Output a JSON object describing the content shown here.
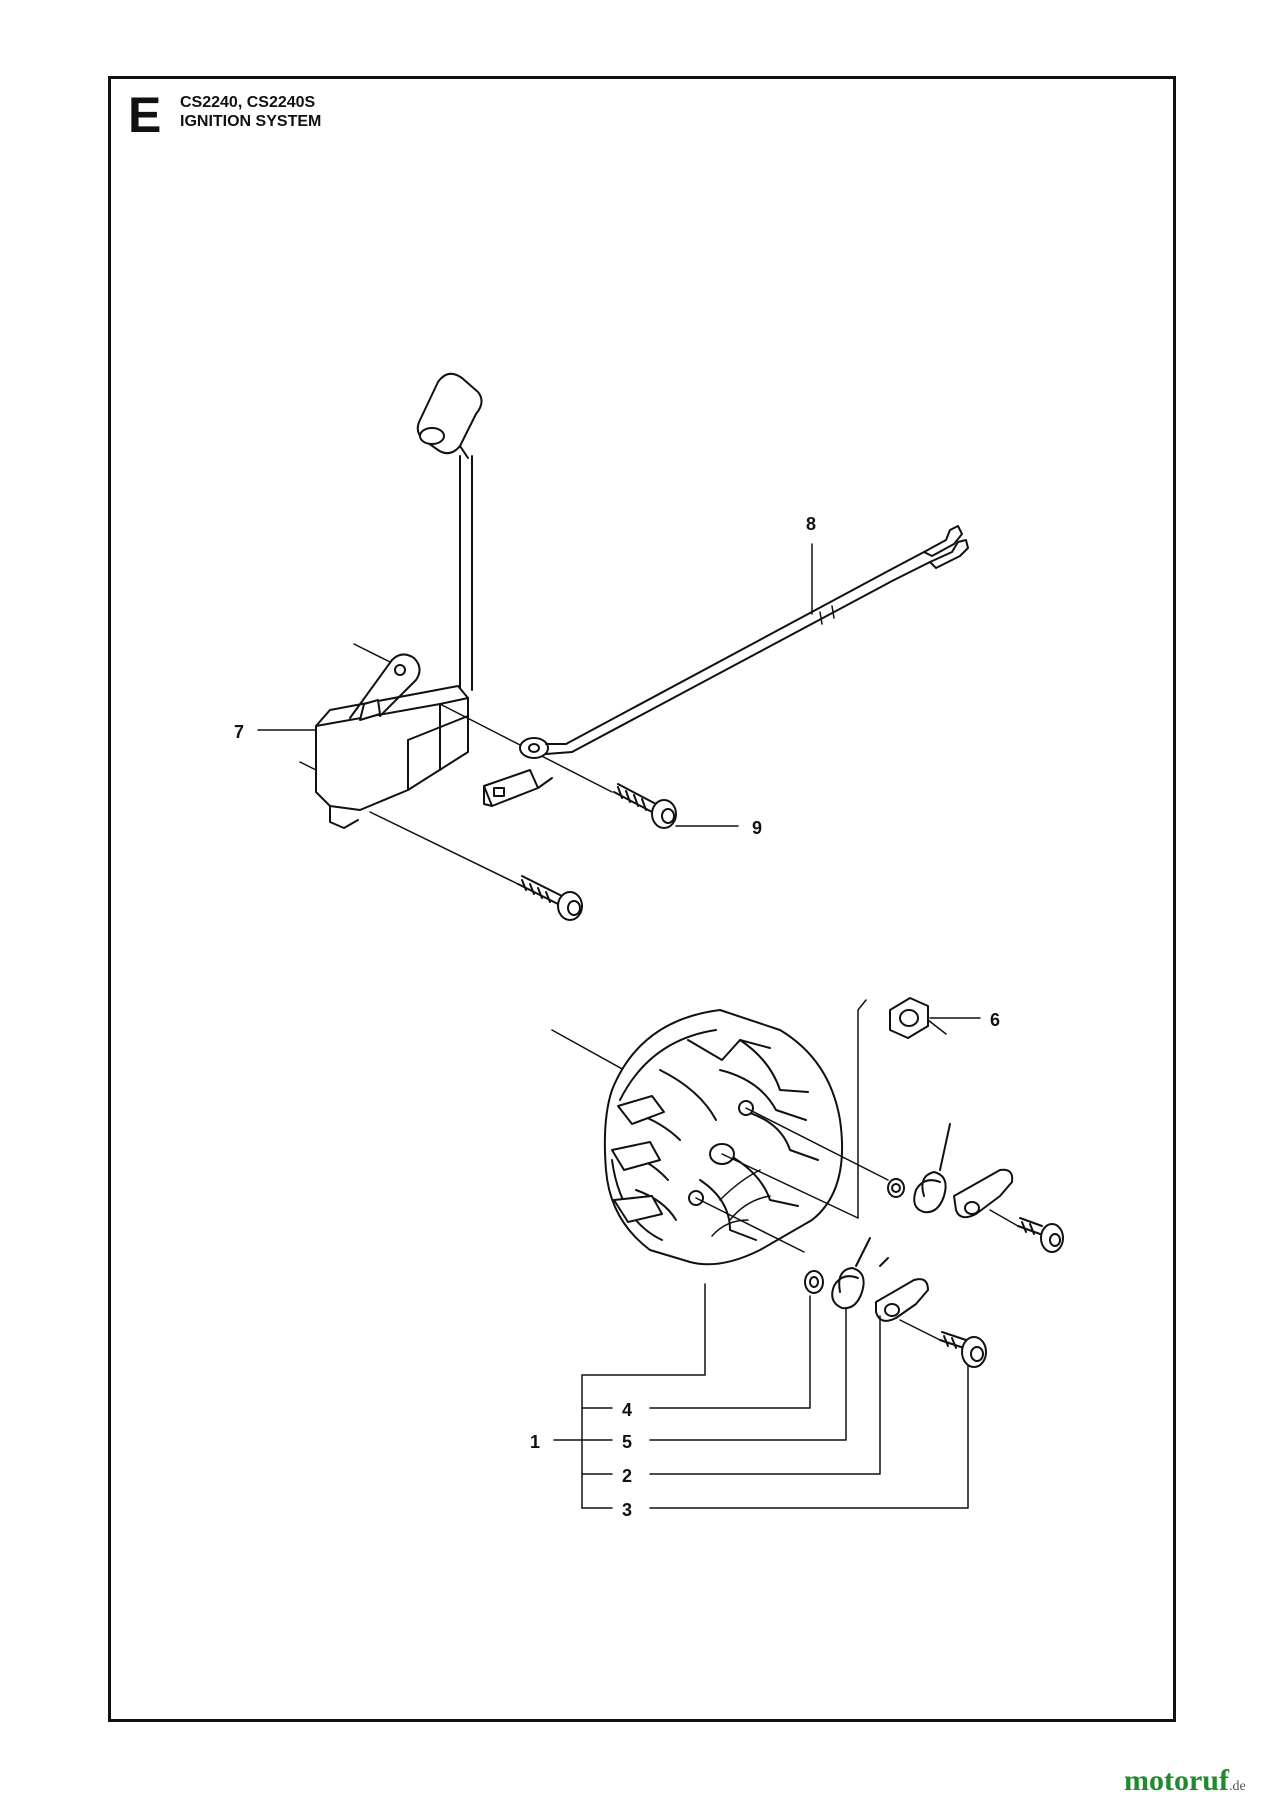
{
  "header": {
    "section_letter": "E",
    "models": "CS2240, CS2240S",
    "title": "IGNITION SYSTEM"
  },
  "callouts": {
    "c1": "1",
    "c2": "2",
    "c3": "3",
    "c4": "4",
    "c5": "5",
    "c6": "6",
    "c7": "7",
    "c8": "8",
    "c9": "9"
  },
  "watermark": {
    "brand": "motoruf",
    "suffix": ".de"
  }
}
